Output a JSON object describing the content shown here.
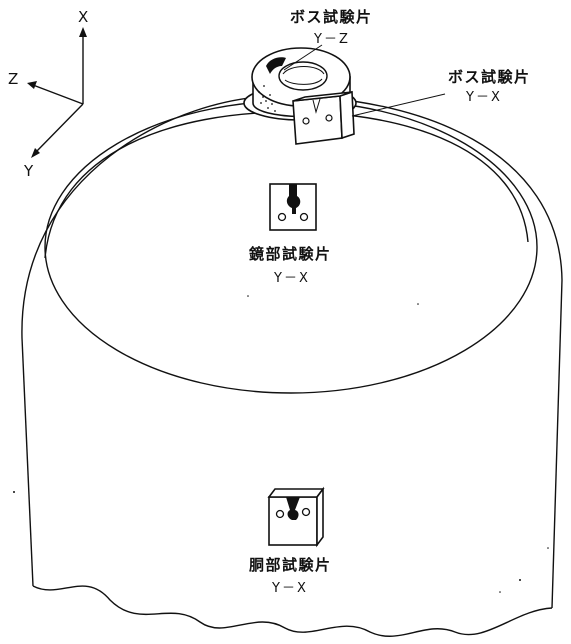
{
  "axes": {
    "x_label": "X",
    "y_label": "Y",
    "z_label": "Z"
  },
  "labels": {
    "boss_yz": {
      "name": "ボス試験片",
      "direction": "Y－Z"
    },
    "boss_yx": {
      "name": "ボス試験片",
      "direction": "Y－X"
    },
    "head": {
      "name": "鏡部試験片",
      "direction": "Y－X"
    },
    "shell": {
      "name": "胴部試験片",
      "direction": "Y－X"
    }
  }
}
